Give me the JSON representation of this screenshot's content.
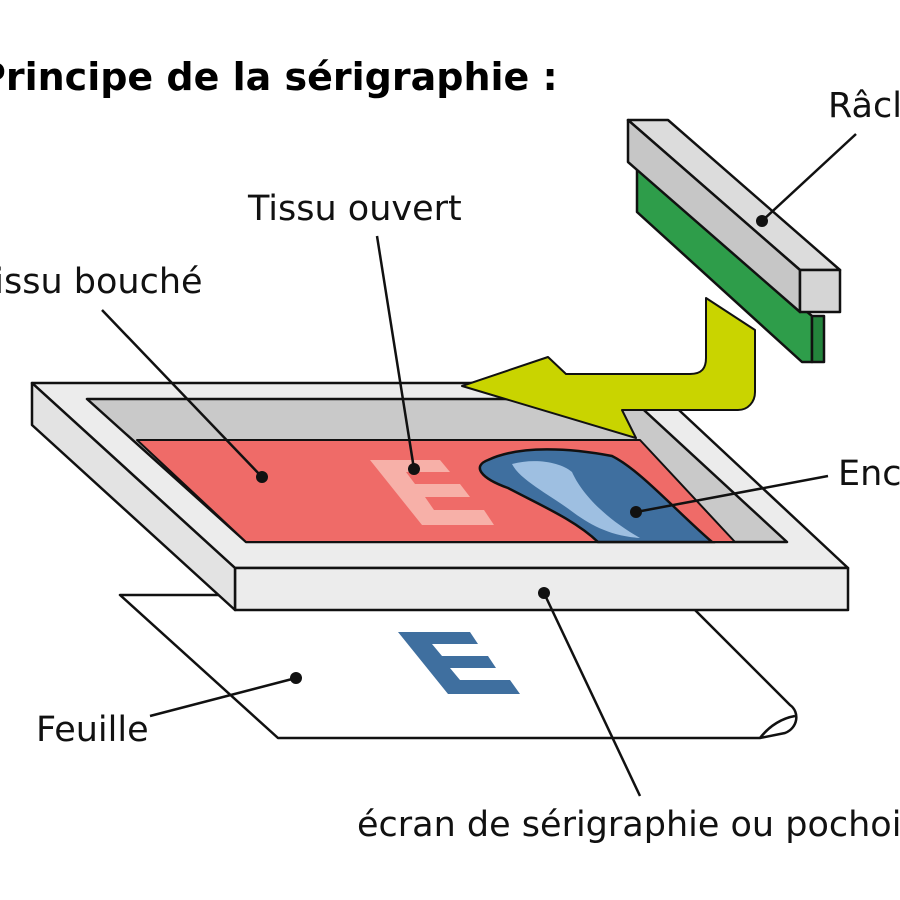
{
  "title": "Principe de la sérigraphie :",
  "labels": {
    "racle": "Râcle",
    "tissu_ouvert": "Tissu ouvert",
    "tissu_bouche": "Tissu bouché",
    "encre": "Encre",
    "feuille": "Feuille",
    "ecran": "écran de sérigraphie ou pochoir"
  },
  "stencil_letter": "E",
  "print_letter": "E",
  "colors": {
    "frame": "#ececec",
    "frame_inner": "#c9c9c9",
    "mesh_blocked": "#ef6b68",
    "mesh_open": "#f7b0a8",
    "ink": "#3f6f9f",
    "ink_highlight": "#a9c8e8",
    "arrow": "#c9d400",
    "squeegee_blade": "#2e9d4a",
    "squeegee_handle": "#cfcfcf",
    "sheet": "#ffffff",
    "print": "#3f6f9f",
    "outline": "#111111"
  }
}
